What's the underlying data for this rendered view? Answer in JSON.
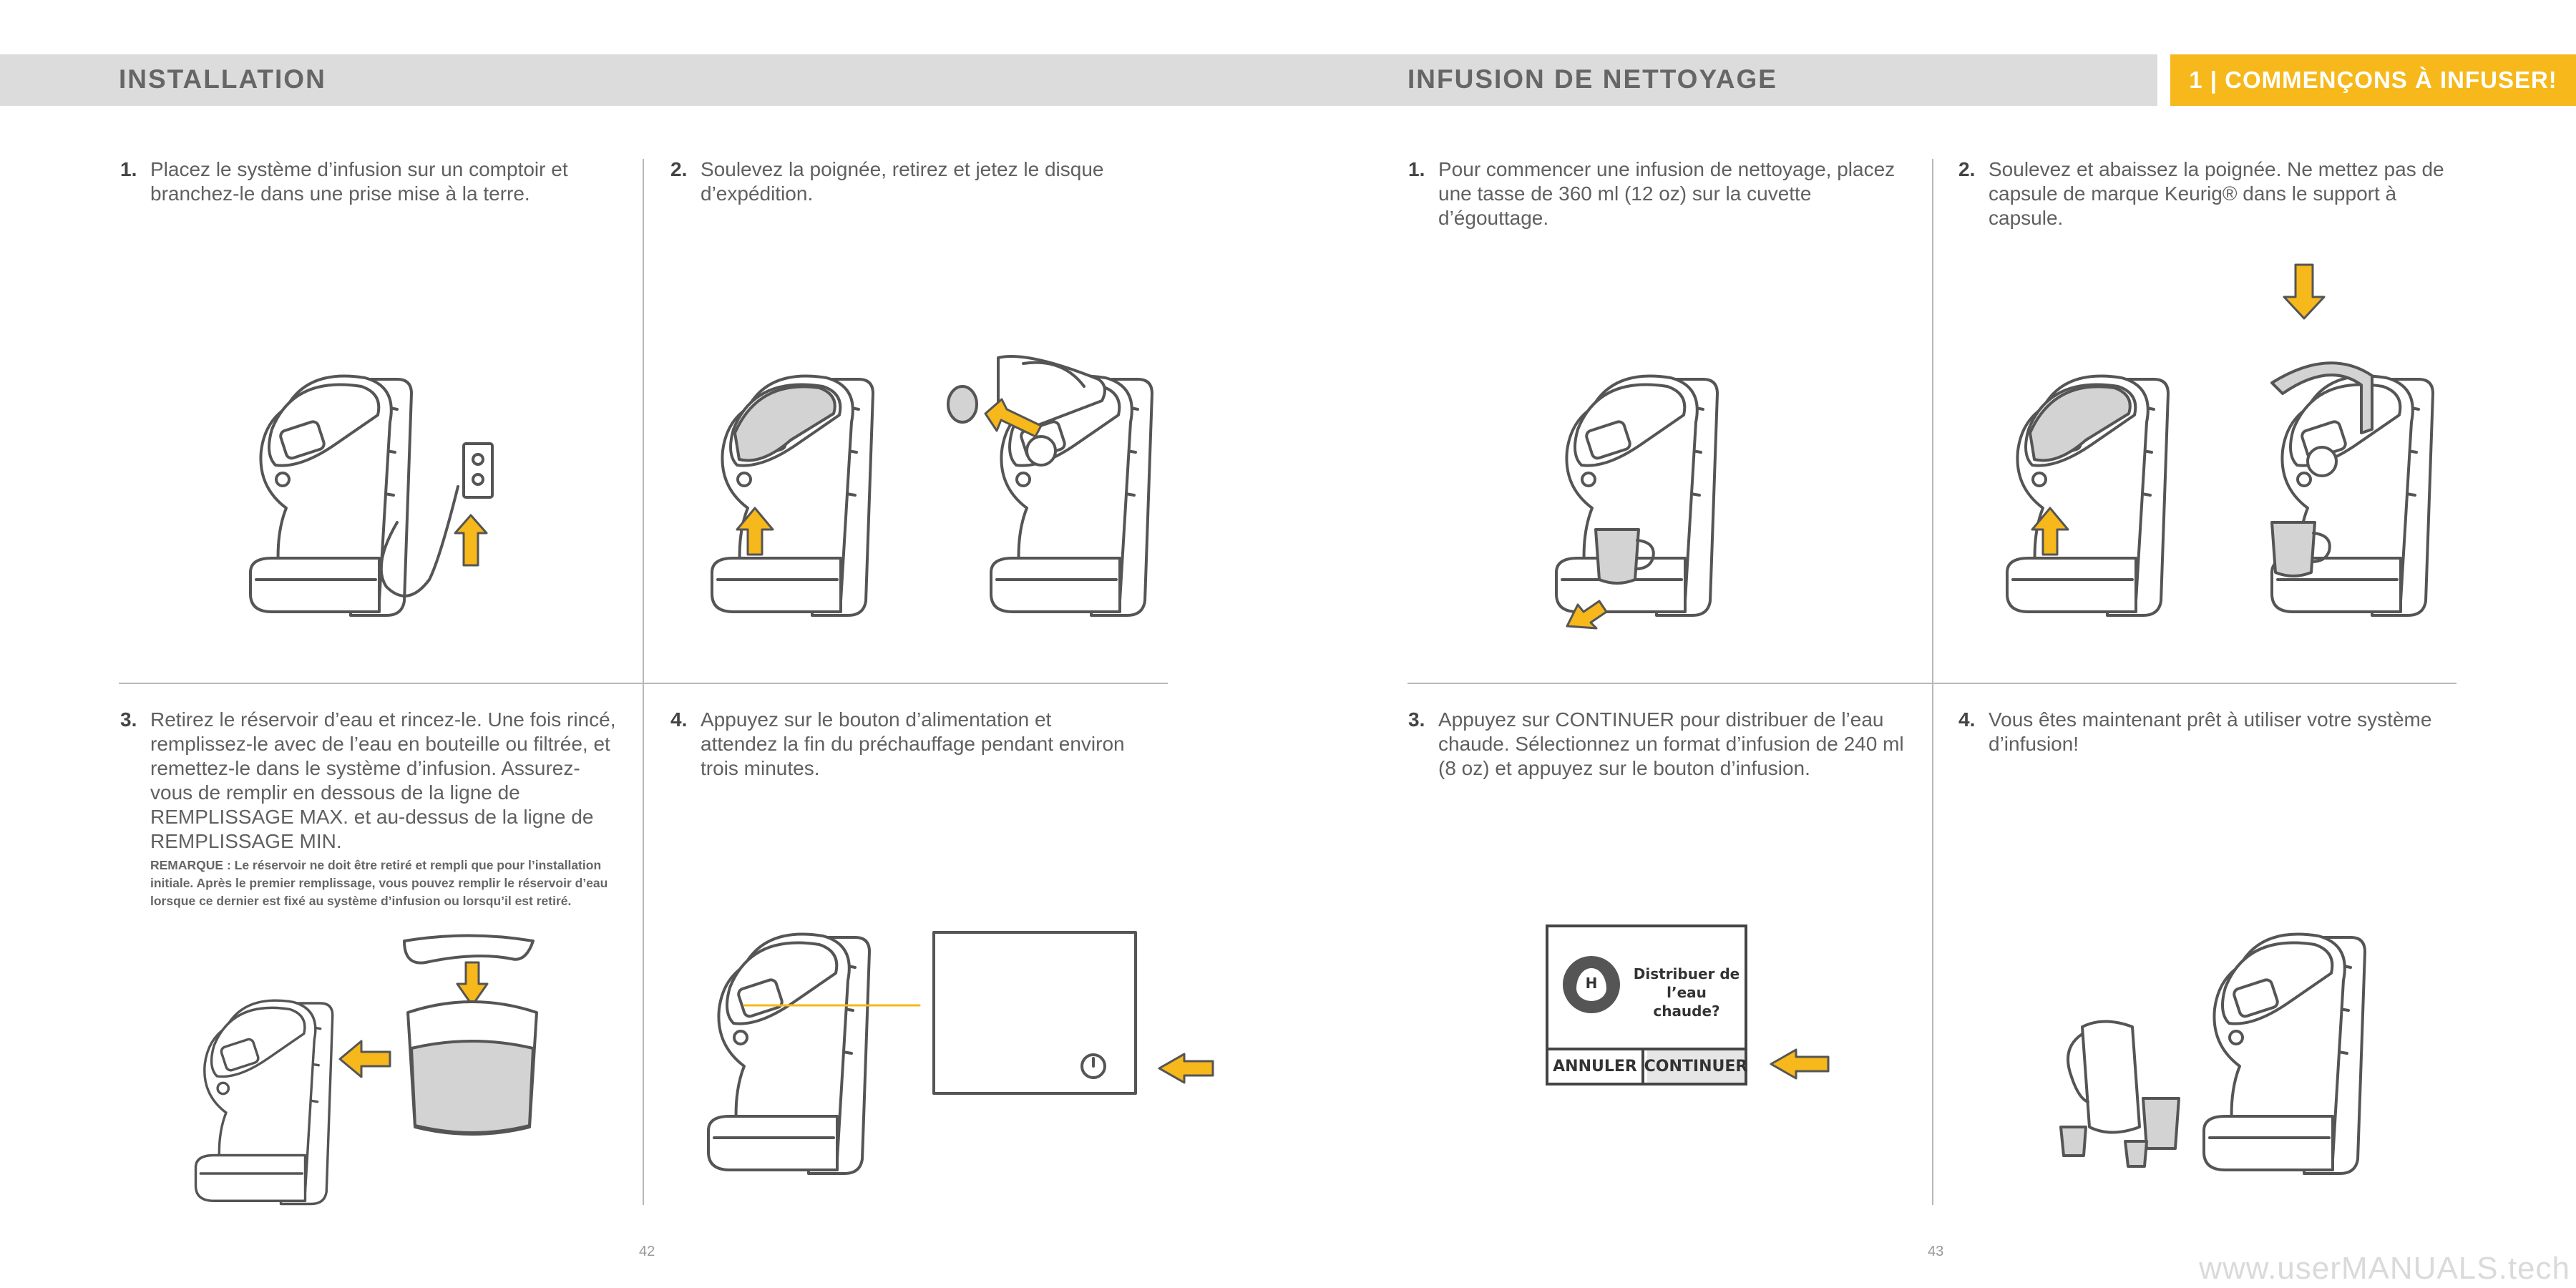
{
  "headers": {
    "left_title": "INSTALLATION",
    "right_title": "INFUSION DE NETTOYAGE",
    "chapter_tab": "1 | COMMENÇONS À INFUSER!"
  },
  "installation": {
    "steps": [
      {
        "num": "1.",
        "text": "Placez le système d’infusion sur un comptoir et branchez-le dans une prise mise à la terre."
      },
      {
        "num": "2.",
        "text": "Soulevez la poignée, retirez et jetez le disque d’expédition."
      },
      {
        "num": "3.",
        "text": "Retirez le réservoir d’eau et rincez-le. Une fois rincé, remplissez-le avec de l’eau en bouteille ou filtrée, et remettez-le dans le système d’infusion. Assurez-vous de remplir en dessous de la ligne de REMPLISSAGE MAX. et au-dessus de la ligne de REMPLISSAGE MIN."
      },
      {
        "num": "4.",
        "text": "Appuyez sur le bouton d’alimentation et attendez la fin du préchauffage pendant environ trois minutes."
      }
    ],
    "note": "REMARQUE : Le réservoir ne doit être retiré et rempli que pour l’installation initiale. Après le premier remplissage, vous pouvez remplir le réservoir d’eau lorsque ce dernier est fixé au système d’infusion ou lorsqu’il est retiré."
  },
  "cleaning": {
    "steps": [
      {
        "num": "1.",
        "text": "Pour commencer une infusion de nettoyage, placez une tasse de 360 ml (12 oz) sur la cuvette d’égouttage."
      },
      {
        "num": "2.",
        "text": "Soulevez et abaissez la poignée. Ne mettez pas de capsule de marque Keurig® dans le support à capsule."
      },
      {
        "num": "3.",
        "text": "Appuyez sur CONTINUER pour distribuer de l’eau chaude. Sélectionnez un format d’infusion de 240 ml (8 oz) et appuyez sur le bouton d’infusion."
      },
      {
        "num": "4.",
        "text": "Vous êtes maintenant prêt à utiliser votre système d’infusion!"
      }
    ]
  },
  "screen": {
    "icon_letter": "H",
    "prompt": "Distribuer de l’eau chaude?",
    "cancel": "ANNULER",
    "continue": "CONTINUER"
  },
  "page_numbers": {
    "left": "42",
    "right": "43"
  },
  "watermark": "www.userMANUALS.tech",
  "colors": {
    "accent": "#f6b81a",
    "header_band": "#dcdcdc",
    "text": "#5a5a5a"
  },
  "icons": [
    "power-icon",
    "hot-water-icon",
    "arrow-up-icon",
    "arrow-left-icon",
    "arrow-down-icon"
  ]
}
